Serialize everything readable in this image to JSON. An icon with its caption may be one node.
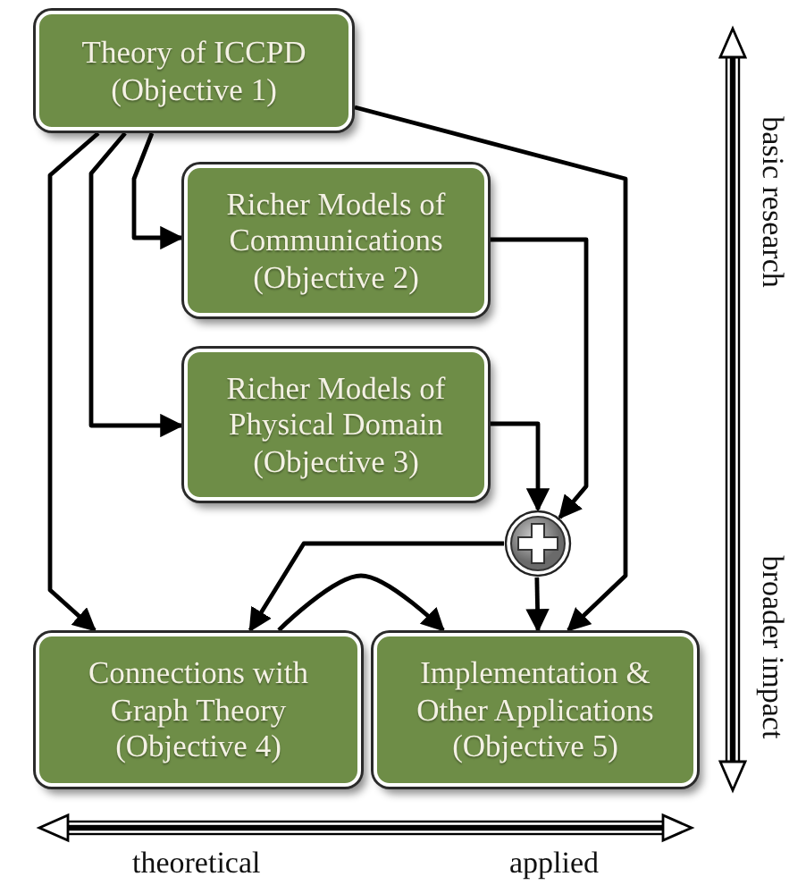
{
  "diagram": {
    "nodes": [
      {
        "text": [
          "Theory of ICCPD",
          "(Objective 1)"
        ]
      },
      {
        "text": [
          "Richer Models of Communications",
          "(Objective 2)"
        ]
      },
      {
        "text": [
          "Richer Models of Physical Domain",
          "(Objective 3)"
        ]
      },
      {
        "text": [],
        "shape": "circle"
      },
      {
        "text": [
          "Connections with Graph Theory",
          "(Objective 4)"
        ]
      },
      {
        "text": [
          "Implementation & Other Applications",
          "(Objective 5)"
        ]
      }
    ],
    "edges": [
      {
        "from": 0,
        "to": 1,
        "arrow": "to"
      },
      {
        "from": 0,
        "to": 2,
        "arrow": "to"
      },
      {
        "from": 0,
        "to": 4,
        "arrow": "to"
      },
      {
        "from": 0,
        "to": 5,
        "arrow": "to"
      },
      {
        "from": 1,
        "to": 3,
        "arrow": "to"
      },
      {
        "from": 2,
        "to": 3,
        "arrow": "to"
      },
      {
        "from": 3,
        "to": 4,
        "arrow": "to"
      },
      {
        "from": 3,
        "to": 5,
        "arrow": "to"
      },
      {
        "from": 4,
        "to": 5,
        "arrow": "to"
      }
    ],
    "labels": [
      "basic research",
      "broader impact",
      "theoretical",
      "applied"
    ]
  }
}
